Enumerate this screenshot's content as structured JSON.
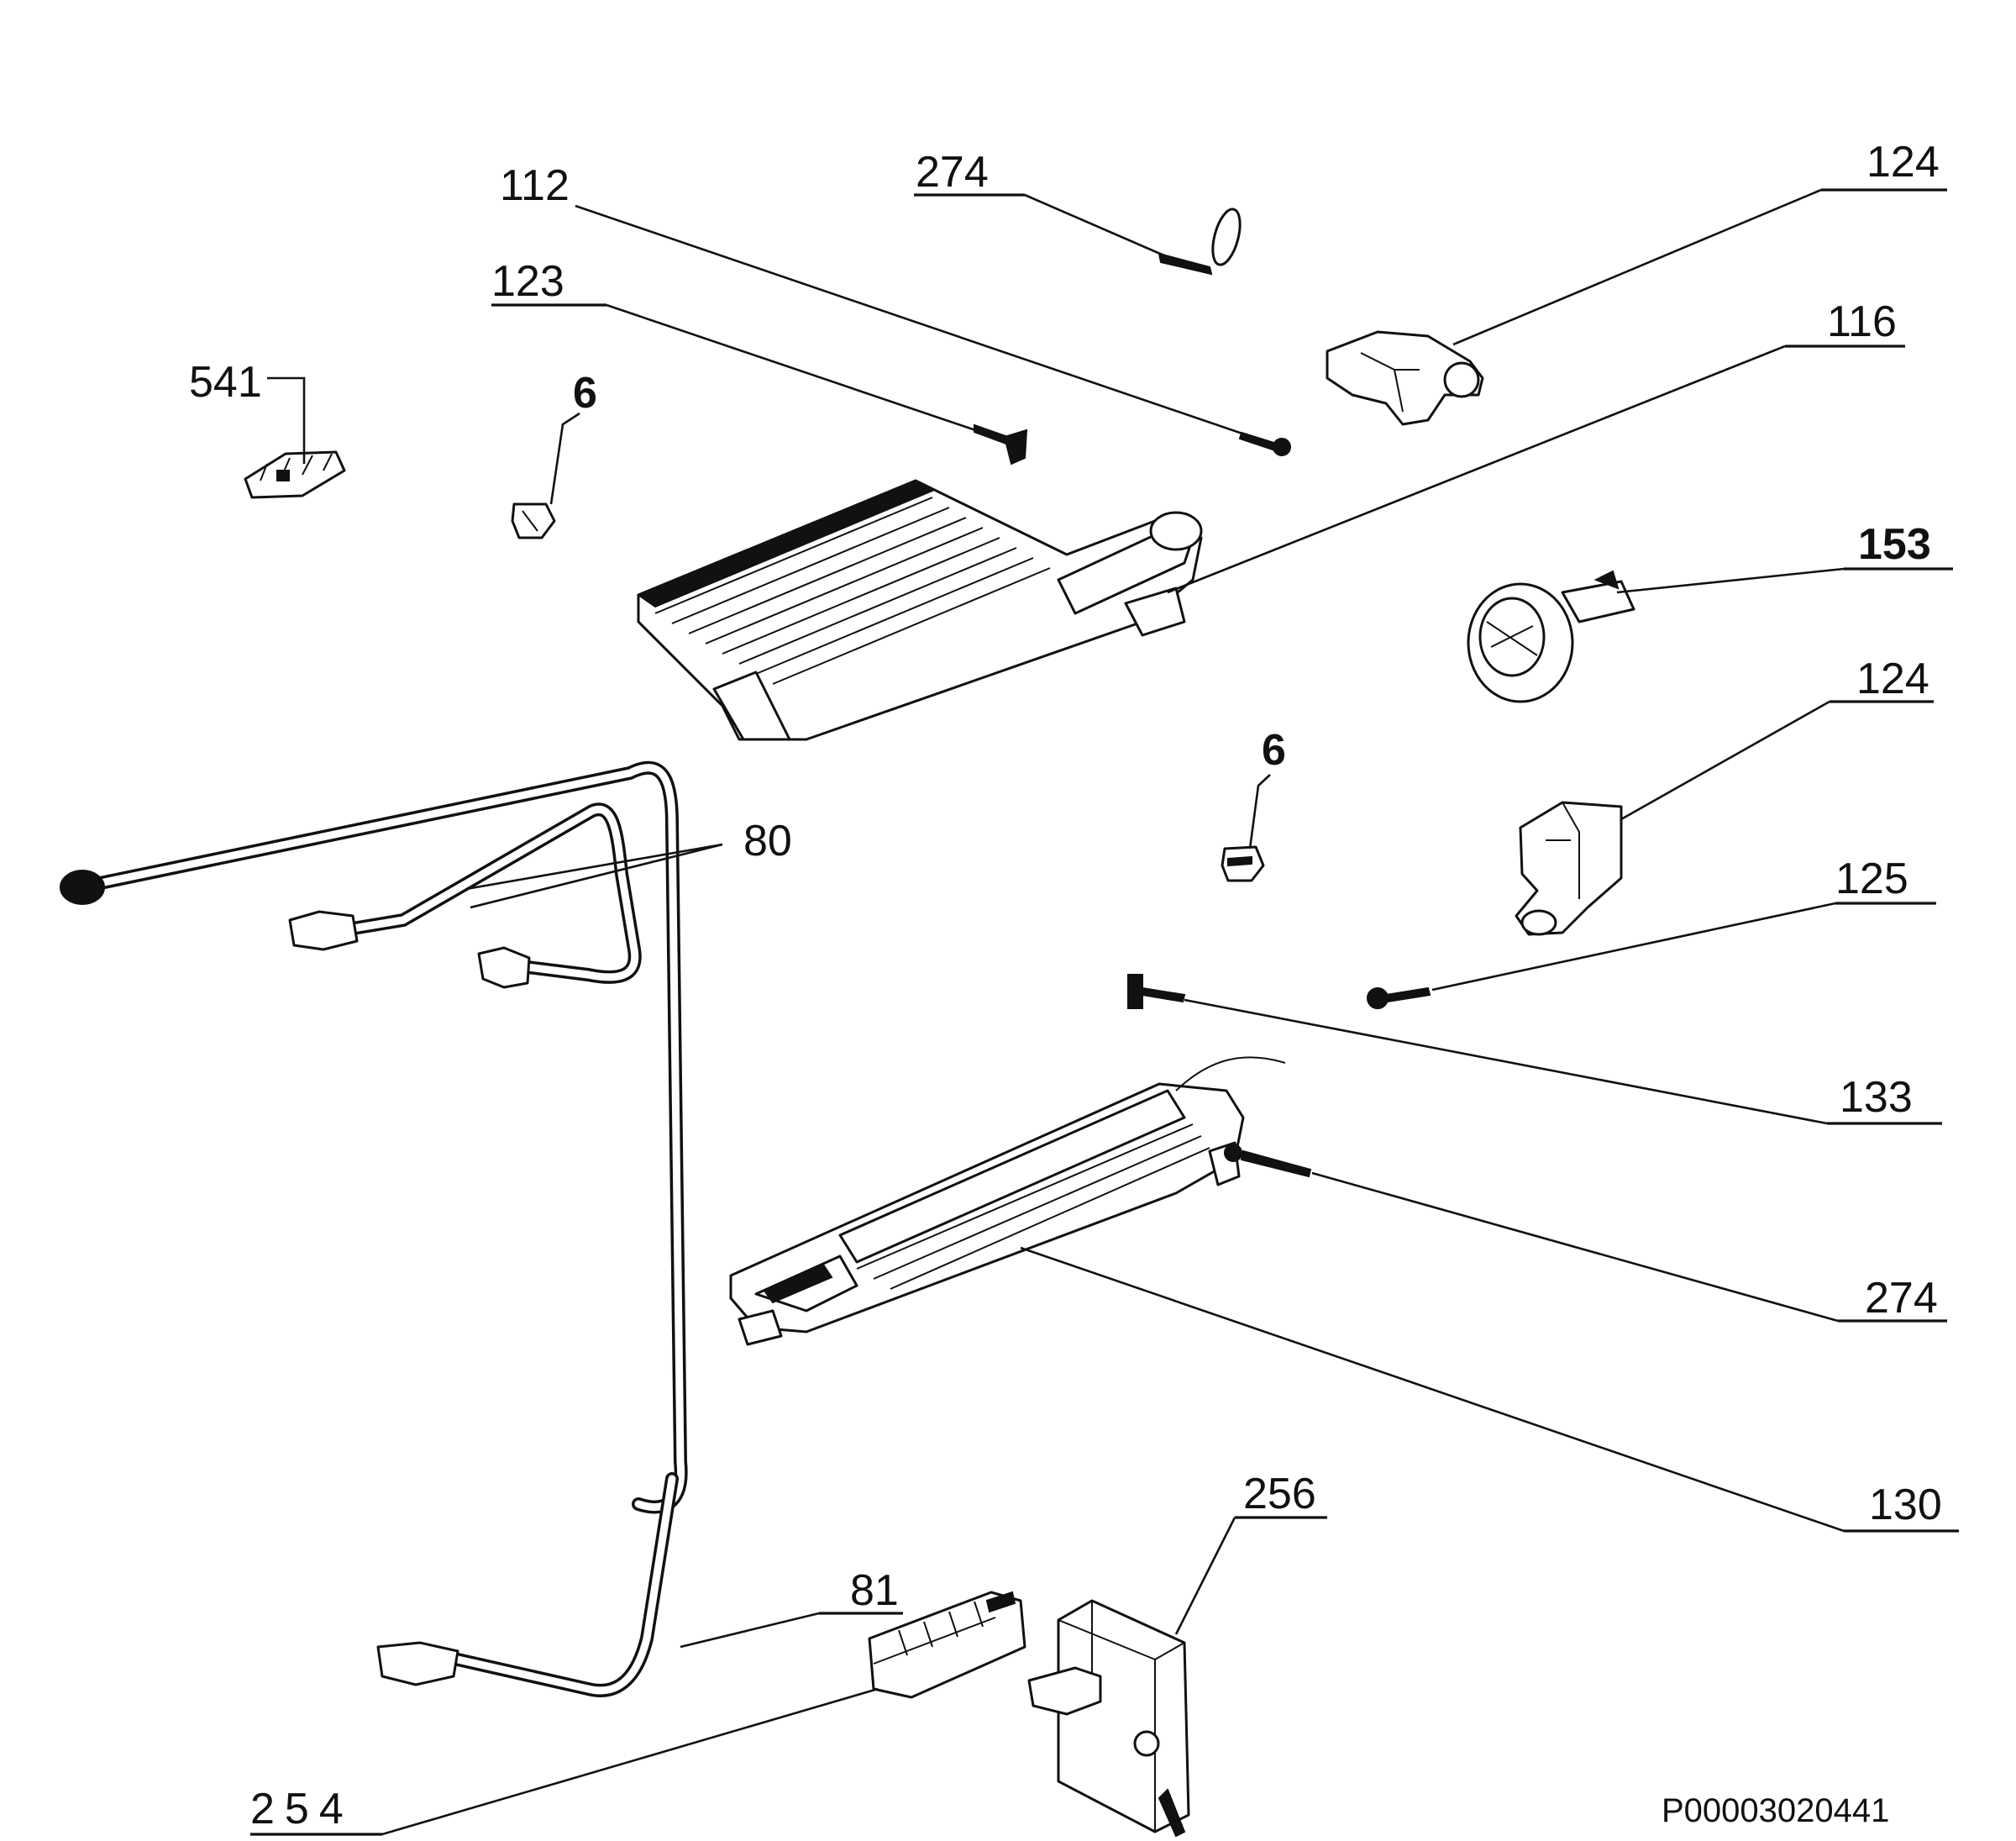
{
  "labels": {
    "l112": "112",
    "l274a": "274",
    "l124a": "124",
    "l123": "123",
    "l116": "116",
    "l541": "541",
    "l6a": "6",
    "l153": "153",
    "l124b": "124",
    "l6b": "6",
    "l80": "80",
    "l125": "125",
    "l133": "133",
    "l274b": "274",
    "l130": "130",
    "l256": "256",
    "l81": "81",
    "l254": "254"
  },
  "code": "P00003020441",
  "colors": {
    "ink": "#111111",
    "background": "#ffffff"
  }
}
